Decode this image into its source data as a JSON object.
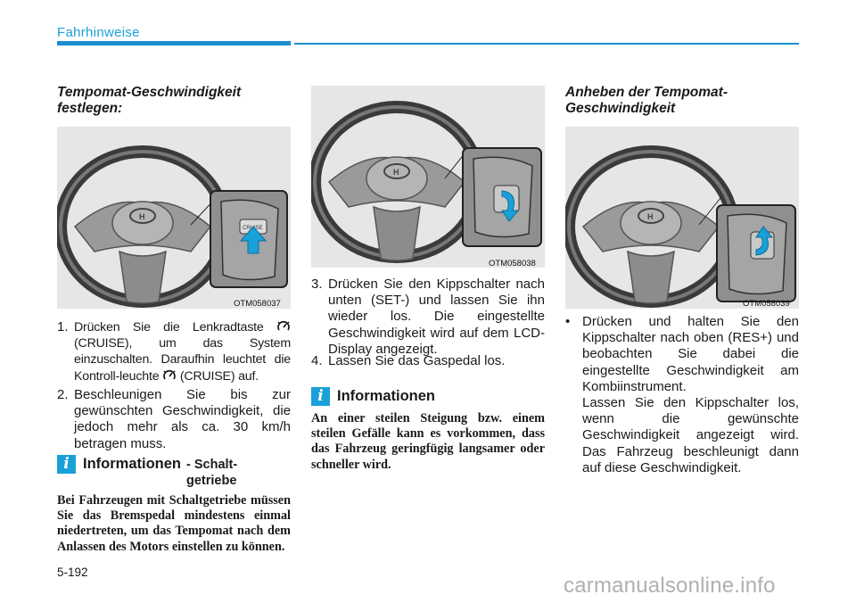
{
  "header": {
    "section": "Fahrhinweise"
  },
  "left": {
    "title": "Tempomat-Geschwindigkeit festlegen:",
    "figure_code": "OTM058037",
    "step1_num": "1.",
    "step1_a": "Drücken Sie die Lenkradtaste",
    "step1_b": "(CRUISE), um das System einzuschalten. Daraufhin leuchtet die Kontroll-leuchte",
    "step1_c": "(CRUISE) auf.",
    "step2_num": "2.",
    "step2": "Beschleunigen Sie bis zur gewünschten Geschwindigkeit, die jedoch mehr als ca. 30 km/h betragen muss.",
    "info_title": "Informationen",
    "info_sub": "- Schalt-getriebe",
    "info_body": "Bei Fahrzeugen mit Schaltgetriebe müssen Sie das Bremspedal mindestens einmal niedertreten, um das Tempomat nach dem Anlassen des Motors einstellen zu können."
  },
  "middle": {
    "figure_code": "OTM058038",
    "step3_num": "3.",
    "step3": "Drücken Sie den Kippschalter nach unten (SET-) und lassen Sie ihn wieder los. Die eingestellte Geschwindigkeit wird auf dem LCD-Display angezeigt.",
    "step4_num": "4.",
    "step4": "Lassen Sie das Gaspedal los.",
    "info_title": "Informationen",
    "info_body": "An einer steilen Steigung bzw. einem steilen Gefälle kann es vorkommen, dass das Fahrzeug geringfügig langsamer oder schneller wird."
  },
  "right": {
    "title": "Anheben der Tempomat-Geschwindigkeit",
    "figure_code": "OTM058039",
    "bullet": "•",
    "bullet_text": "Drücken und halten Sie den Kippschalter nach oben (RES+) und beobachten Sie dabei die eingestellte Geschwindigkeit am Kombiinstrument.",
    "para2": "Lassen Sie den Kippschalter los, wenn die gewünschte Geschwindigkeit angezeigt wird. Das Fahrzeug beschleunigt dann auf diese Geschwindigkeit."
  },
  "footer": {
    "page_number": "5-192",
    "watermark": "carmanualsonline.info"
  },
  "colors": {
    "accent": "#1aa0d8",
    "rule": "#1a8fd0",
    "figure_bg": "#e6e6e6"
  },
  "icons": {
    "info": "info-icon",
    "cruise": "cruise-indicator-icon",
    "arrow": "arrow-icon"
  }
}
